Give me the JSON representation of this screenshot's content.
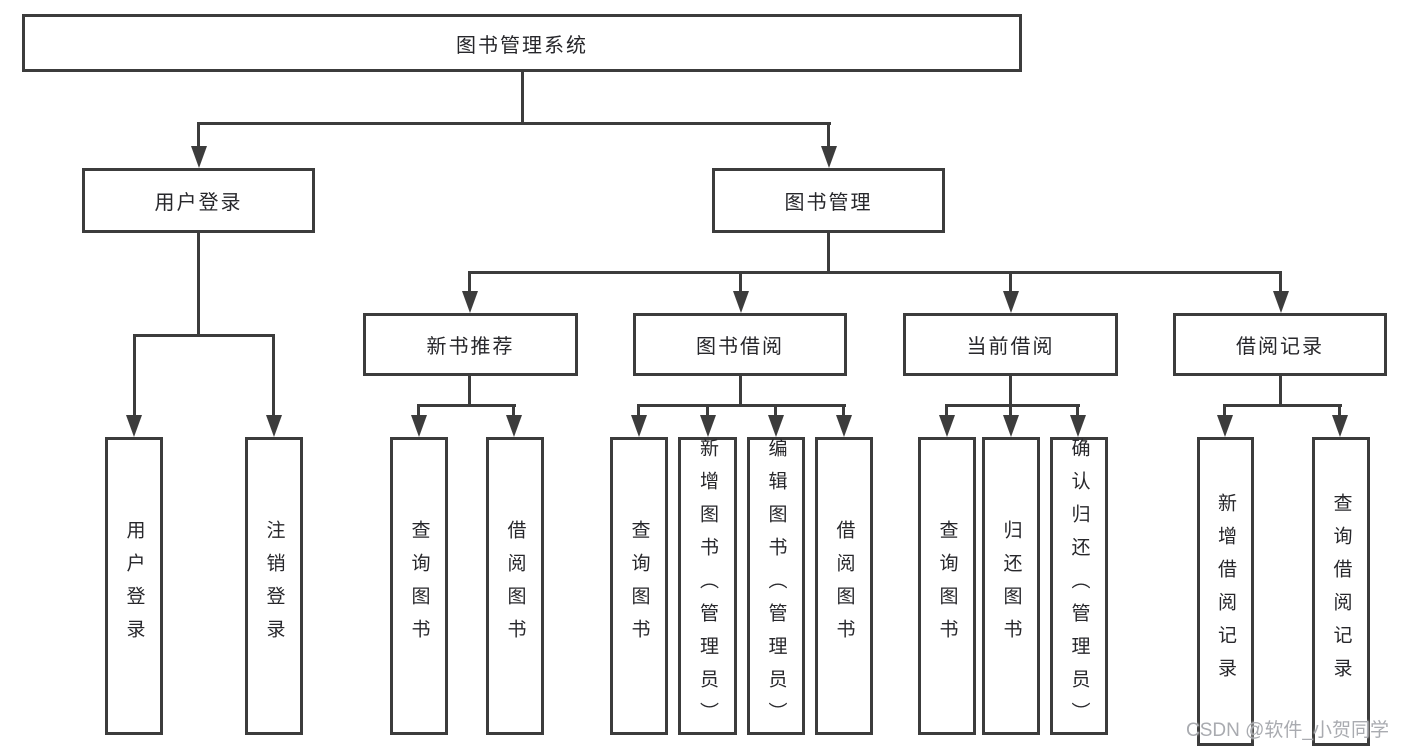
{
  "watermark": "CSDN @软件_小贺同学",
  "colors": {
    "line": "#3c3c3c",
    "box_border": "#3c3c3c",
    "box_background": "#ffffff",
    "text": "#27272b",
    "watermark": "#a9abb0",
    "page_background": "#ffffff"
  },
  "tree": {
    "label": "图书管理系统",
    "children": [
      {
        "label": "用户登录",
        "children": [
          {
            "label": "用户登录"
          },
          {
            "label": "注销登录"
          }
        ]
      },
      {
        "label": "图书管理",
        "children": [
          {
            "label": "新书推荐",
            "children": [
              {
                "label": "查询图书"
              },
              {
                "label": "借阅图书"
              }
            ]
          },
          {
            "label": "图书借阅",
            "children": [
              {
                "label": "查询图书"
              },
              {
                "label": "新增图书（管理员）"
              },
              {
                "label": "编辑图书（管理员）"
              },
              {
                "label": "借阅图书"
              }
            ]
          },
          {
            "label": "当前借阅",
            "children": [
              {
                "label": "查询图书"
              },
              {
                "label": "归还图书"
              },
              {
                "label": "确认归还（管理员）"
              }
            ]
          },
          {
            "label": "借阅记录",
            "children": [
              {
                "label": "新增借阅记录"
              },
              {
                "label": "查询借阅记录"
              }
            ]
          }
        ]
      }
    ]
  }
}
